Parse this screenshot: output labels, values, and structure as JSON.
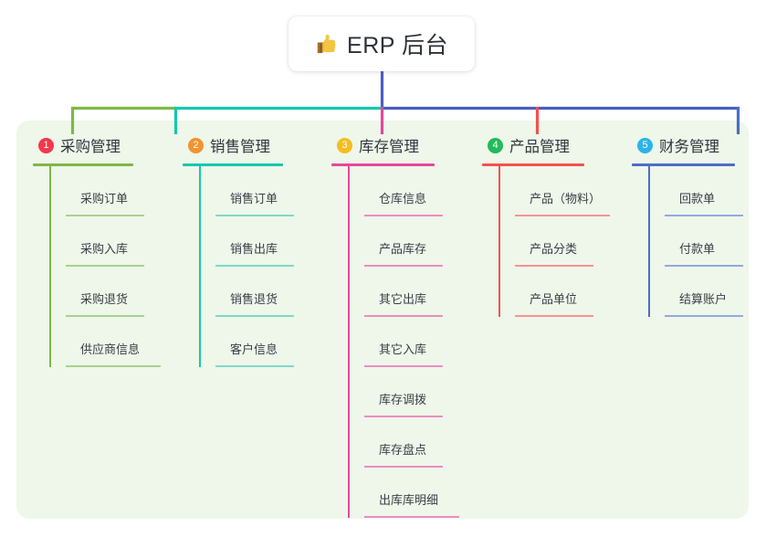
{
  "root": {
    "icon": "thumbs-up-emoji",
    "title": "ERP 后台"
  },
  "colors": {
    "page_background": "#ffffff",
    "panel_background": "#eef7ea",
    "root_stem": "#4a5cc5",
    "bus_green": "#7fb845",
    "bus_teal": "#16c7ae",
    "bus_blue": "#4a5cc5",
    "text": "#3a3f46"
  },
  "columns": [
    {
      "number": "1",
      "badge_color": "#f2384f",
      "line_color": "#7fb845",
      "rule_color": "#a9d18e",
      "title": "采购管理",
      "items": [
        "采购订单",
        "采购入库",
        "采购退货",
        "供应商信息"
      ]
    },
    {
      "number": "2",
      "badge_color": "#f3932f",
      "line_color": "#16c7ae",
      "rule_color": "#7fd8cb",
      "title": "销售管理",
      "items": [
        "销售订单",
        "销售出库",
        "销售退货",
        "客户信息"
      ]
    },
    {
      "number": "3",
      "badge_color": "#f5bd1f",
      "line_color": "#e5489b",
      "rule_color": "#e98ec0",
      "title": "库存管理",
      "items": [
        "仓库信息",
        "产品库存",
        "其它出库",
        "其它入库",
        "库存调拨",
        "库存盘点",
        "出库库明细"
      ]
    },
    {
      "number": "4",
      "badge_color": "#22bb5b",
      "line_color": "#f4514e",
      "rule_color": "#f59490",
      "title": "产品管理",
      "items": [
        "产品（物料）",
        "产品分类",
        "产品单位"
      ]
    },
    {
      "number": "5",
      "badge_color": "#2bb3e8",
      "line_color": "#4a6ec7",
      "rule_color": "#93a9dd",
      "title": "财务管理",
      "items": [
        "回款单",
        "付款单",
        "结算账户"
      ]
    }
  ]
}
